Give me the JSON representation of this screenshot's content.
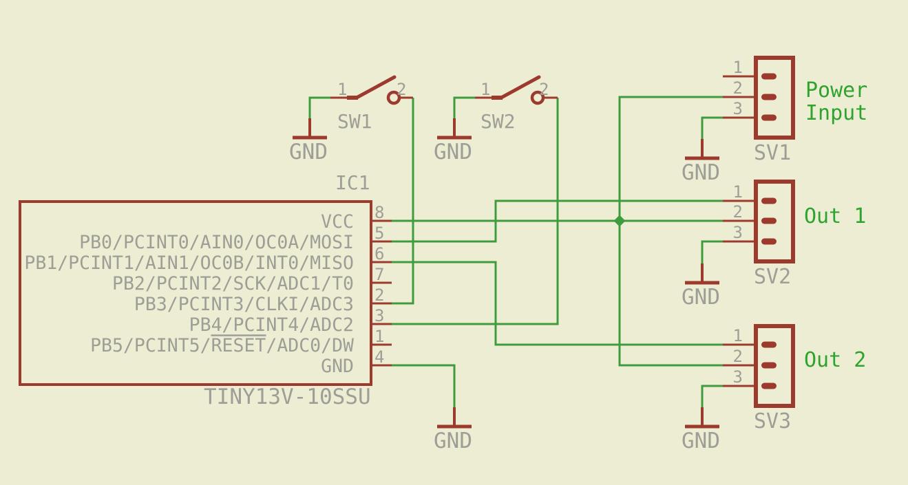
{
  "colors": {
    "background": "#EDEDD4",
    "component_red": "#9C3A2E",
    "wire_green": "#3E9C3E",
    "net_label_green": "#2EA32E",
    "text_gray": "#9E9E96"
  },
  "ic": {
    "refdes": "IC1",
    "value": "TINY13V-10SSU",
    "gnd_label": "GND",
    "pins": [
      {
        "num": "8",
        "label": "VCC"
      },
      {
        "num": "5",
        "label": "PB0/PCINT0/AIN0/OC0A/MOSI"
      },
      {
        "num": "6",
        "label": "PB1/PCINT1/AIN1/OC0B/INT0/MISO"
      },
      {
        "num": "7",
        "label": "PB2/PCINT2/SCK/ADC1/T0"
      },
      {
        "num": "2",
        "label": "PB3/PCINT3/CLKI/ADC3"
      },
      {
        "num": "3",
        "label": "PB4/PCINT4/ADC2"
      },
      {
        "num": "1",
        "label_pre": "PB5/PCINT5/",
        "label_bar": "RESET",
        "label_post": "/ADC0/DW"
      },
      {
        "num": "4",
        "label": "GND"
      }
    ]
  },
  "switches": [
    {
      "refdes": "SW1",
      "pin1": "1",
      "pin2": "2",
      "gnd_label": "GND"
    },
    {
      "refdes": "SW2",
      "pin1": "1",
      "pin2": "2",
      "gnd_label": "GND"
    }
  ],
  "connectors": [
    {
      "refdes": "SV1",
      "net_label_line1": "Power",
      "net_label_line2": "Input",
      "pins": [
        "1",
        "2",
        "3"
      ],
      "gnd_label": "GND"
    },
    {
      "refdes": "SV2",
      "net_label_line1": "Out 1",
      "pins": [
        "1",
        "2",
        "3"
      ],
      "gnd_label": "GND"
    },
    {
      "refdes": "SV3",
      "net_label_line1": "Out 2",
      "pins": [
        "1",
        "2",
        "3"
      ],
      "gnd_label": "GND"
    }
  ]
}
